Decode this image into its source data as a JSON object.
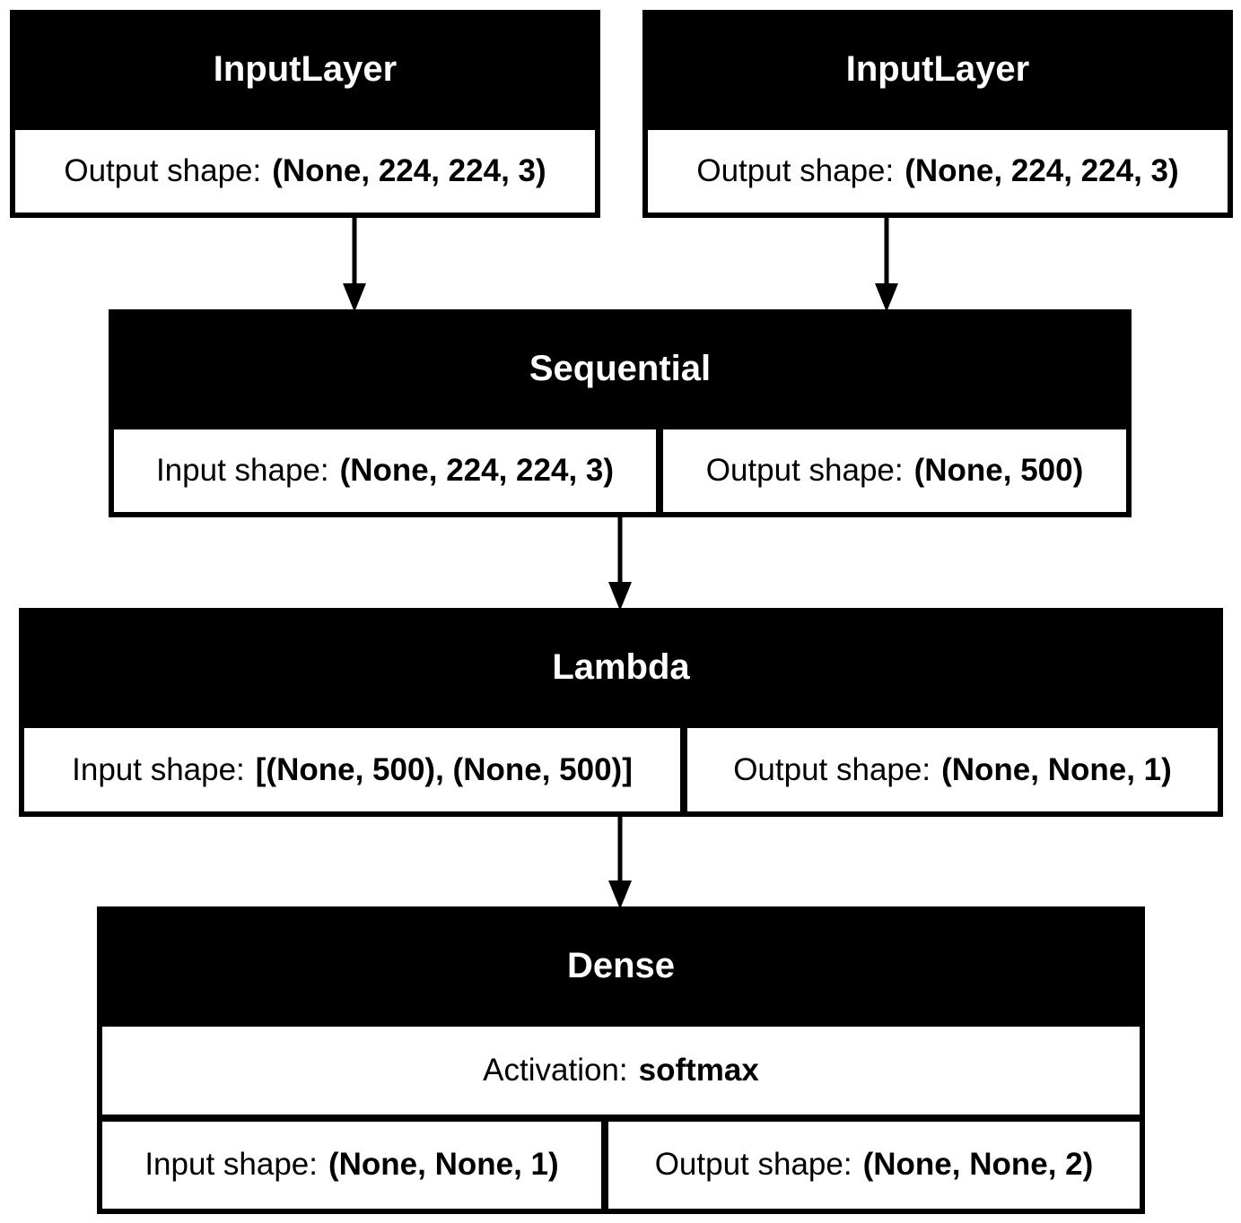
{
  "nodes": {
    "input_a": {
      "title": "InputLayer",
      "output_label": "Output shape:",
      "output_value": "(None, 224, 224, 3)"
    },
    "input_b": {
      "title": "InputLayer",
      "output_label": "Output shape:",
      "output_value": "(None, 224, 224, 3)"
    },
    "sequential": {
      "title": "Sequential",
      "input_label": "Input shape:",
      "input_value": "(None, 224, 224, 3)",
      "output_label": "Output shape:",
      "output_value": "(None, 500)"
    },
    "lambda": {
      "title": "Lambda",
      "input_label": "Input shape:",
      "input_value": "[(None, 500), (None, 500)]",
      "output_label": "Output shape:",
      "output_value": "(None, None, 1)"
    },
    "dense": {
      "title": "Dense",
      "activation_label": "Activation:",
      "activation_value": "softmax",
      "input_label": "Input shape:",
      "input_value": "(None, None, 1)",
      "output_label": "Output shape:",
      "output_value": "(None, None, 2)"
    }
  },
  "edges": [
    {
      "from": "input_a",
      "to": "sequential"
    },
    {
      "from": "input_b",
      "to": "sequential"
    },
    {
      "from": "sequential",
      "to": "lambda"
    },
    {
      "from": "lambda",
      "to": "dense"
    }
  ]
}
